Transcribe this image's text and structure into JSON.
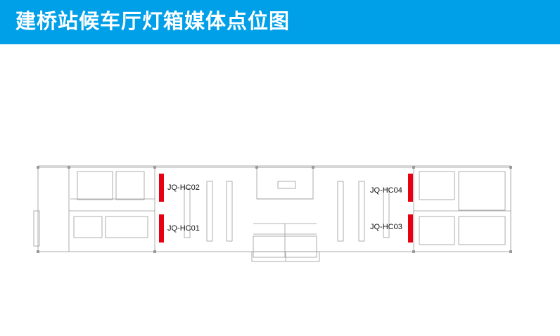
{
  "header": {
    "title": "建桥站候车厅灯箱媒体点位图",
    "color": "#00a0e9"
  },
  "markers": [
    {
      "id": "JQ-HC02",
      "color": "#e60012"
    },
    {
      "id": "JQ-HC01",
      "color": "#e60012"
    },
    {
      "id": "JQ-HC04",
      "color": "#e60012"
    },
    {
      "id": "JQ-HC03",
      "color": "#e60012"
    }
  ]
}
